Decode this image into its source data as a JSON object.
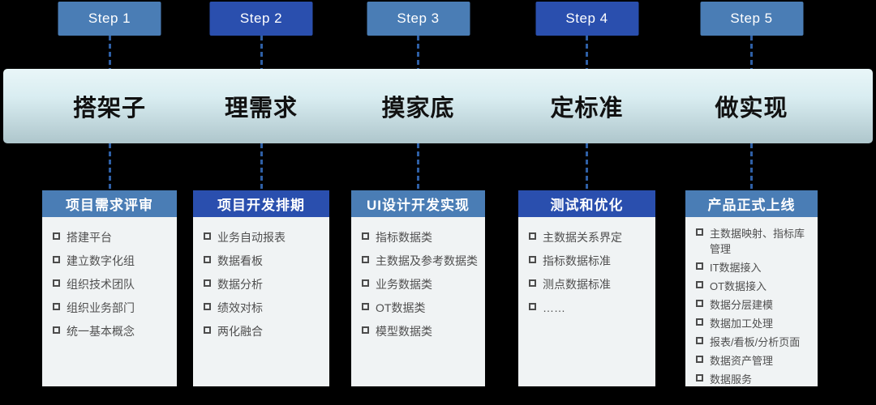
{
  "colors": {
    "background": "#000000",
    "step_light": "#4A7DB5",
    "step_dark": "#2A4FAE",
    "banner_top": "#E9F6F8",
    "banner_bottom": "#AEC6CC",
    "banner_text": "#111111",
    "connector": "#2E5FA5",
    "card_body": "#F0F3F4",
    "card_text": "#4F4F4F",
    "header_text": "#FFFFFF"
  },
  "steps": [
    {
      "label": "Step 1",
      "tone": "light",
      "phase": "搭架子",
      "card": {
        "title": "项目需求评审",
        "items": [
          "搭建平台",
          "建立数字化组",
          "组织技术团队",
          "组织业务部门",
          "统一基本概念"
        ]
      }
    },
    {
      "label": "Step 2",
      "tone": "dark",
      "phase": "理需求",
      "card": {
        "title": "项目开发排期",
        "items": [
          "业务自动报表",
          "数据看板",
          "数据分析",
          "绩效对标",
          "两化融合"
        ]
      }
    },
    {
      "label": "Step 3",
      "tone": "light",
      "phase": "摸家底",
      "card": {
        "title": "UI设计开发实现",
        "items": [
          "指标数据类",
          "主数据及参考数据类",
          "业务数据类",
          "OT数据类",
          "模型数据类"
        ]
      }
    },
    {
      "label": "Step 4",
      "tone": "dark",
      "phase": "定标准",
      "card": {
        "title": "测试和优化",
        "items": [
          "主数据关系界定",
          "指标数据标准",
          "测点数据标准",
          "……"
        ]
      }
    },
    {
      "label": "Step 5",
      "tone": "light",
      "phase": "做实现",
      "card": {
        "title": "产品正式上线",
        "compact": true,
        "items": [
          "主数据映射、指标库管理",
          "IT数据接入",
          "OT数据接入",
          "数据分层建模",
          "数据加工处理",
          "报表/看板/分析页面",
          "数据资产管理",
          "数据服务"
        ]
      }
    }
  ]
}
